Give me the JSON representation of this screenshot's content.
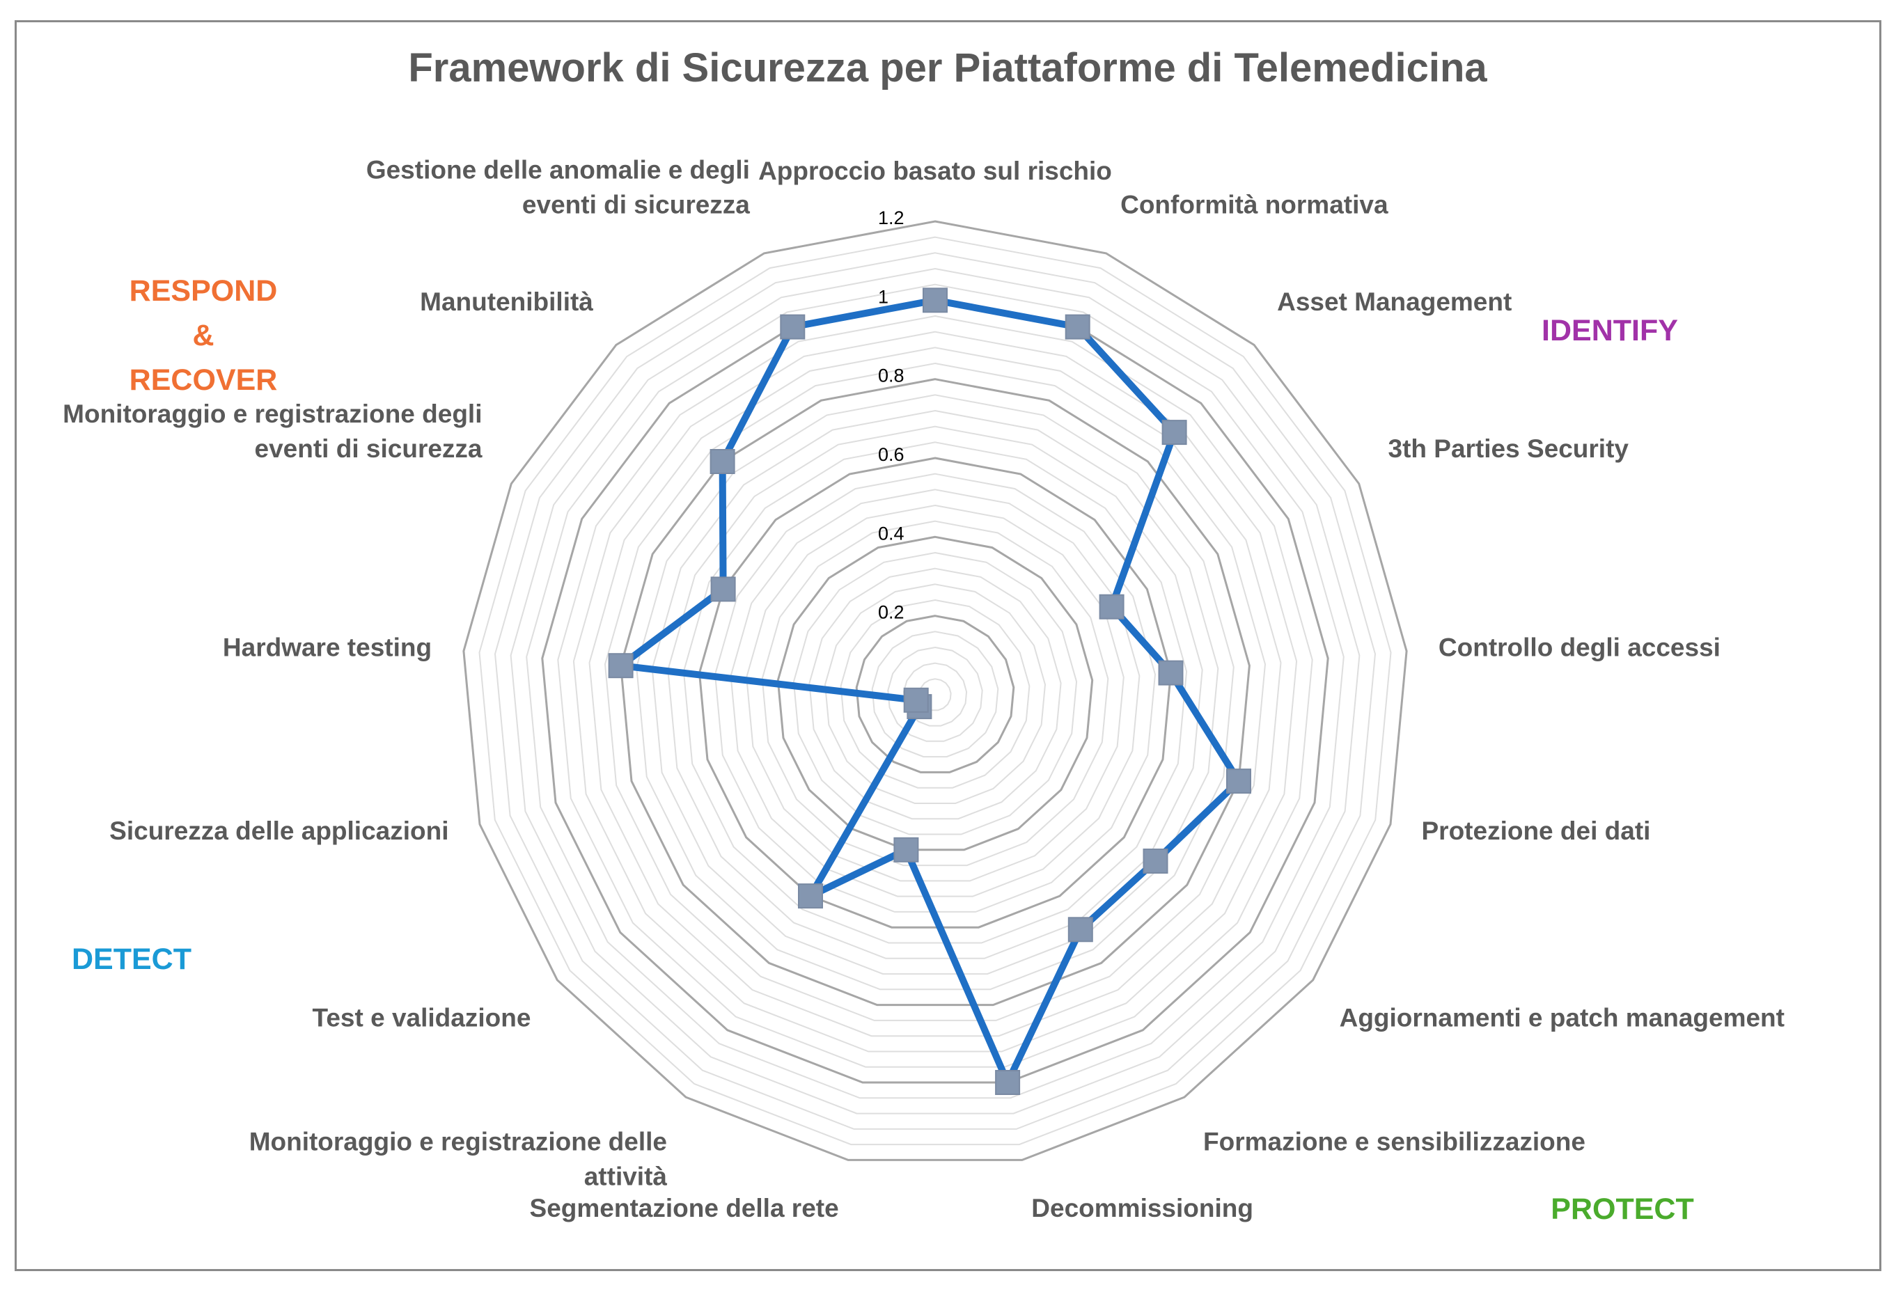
{
  "chart_data": {
    "type": "radar",
    "title": "Framework di Sicurezza per Piattaforme di Telemedicina",
    "categories": [
      [
        "Approccio basato sul rischio"
      ],
      [
        "Conformità normativa"
      ],
      [
        "Asset Management"
      ],
      [
        "3th Parties Security"
      ],
      [
        "Controllo degli accessi"
      ],
      [
        "Protezione dei dati"
      ],
      [
        "Aggiornamenti e patch management"
      ],
      [
        "Formazione e sensibilizzazione"
      ],
      [
        "Decommissioning"
      ],
      [
        "Segmentazione della rete"
      ],
      [
        "Monitoraggio e registrazione delle",
        "attività"
      ],
      [
        "Test e validazione"
      ],
      [
        "Sicurezza delle applicazioni"
      ],
      [
        "Hardware testing"
      ],
      [
        "Monitoraggio e registrazione degli",
        "eventi di sicurezza"
      ],
      [
        "Manutenibilità"
      ],
      [
        "Gestione delle anomalie e degli",
        "eventi di sicurezza"
      ]
    ],
    "series": [
      {
        "values": [
          1.0,
          1.0,
          0.9,
          0.5,
          0.6,
          0.8,
          0.7,
          0.7,
          1.0,
          0.4,
          0.6,
          0.05,
          0.05,
          0.8,
          0.6,
          0.8,
          1.0
        ],
        "color": "#1f6fc5",
        "marker_color": "#8496b0"
      }
    ],
    "rlim": [
      0,
      1.2
    ],
    "major_ticks": [
      0.2,
      0.4,
      0.6,
      0.8,
      1,
      1.2
    ],
    "minor_step": 0.04,
    "grid": true,
    "legend": "none",
    "group_labels": [
      {
        "lines": [
          "RESPOND",
          "&",
          "RECOVER"
        ],
        "color": "#f07033"
      },
      {
        "lines": [
          "IDENTIFY"
        ],
        "color": "#a132a8"
      },
      {
        "lines": [
          "DETECT"
        ],
        "color": "#1a9ad6"
      },
      {
        "lines": [
          "PROTECT"
        ],
        "color": "#4aab2c"
      }
    ]
  }
}
